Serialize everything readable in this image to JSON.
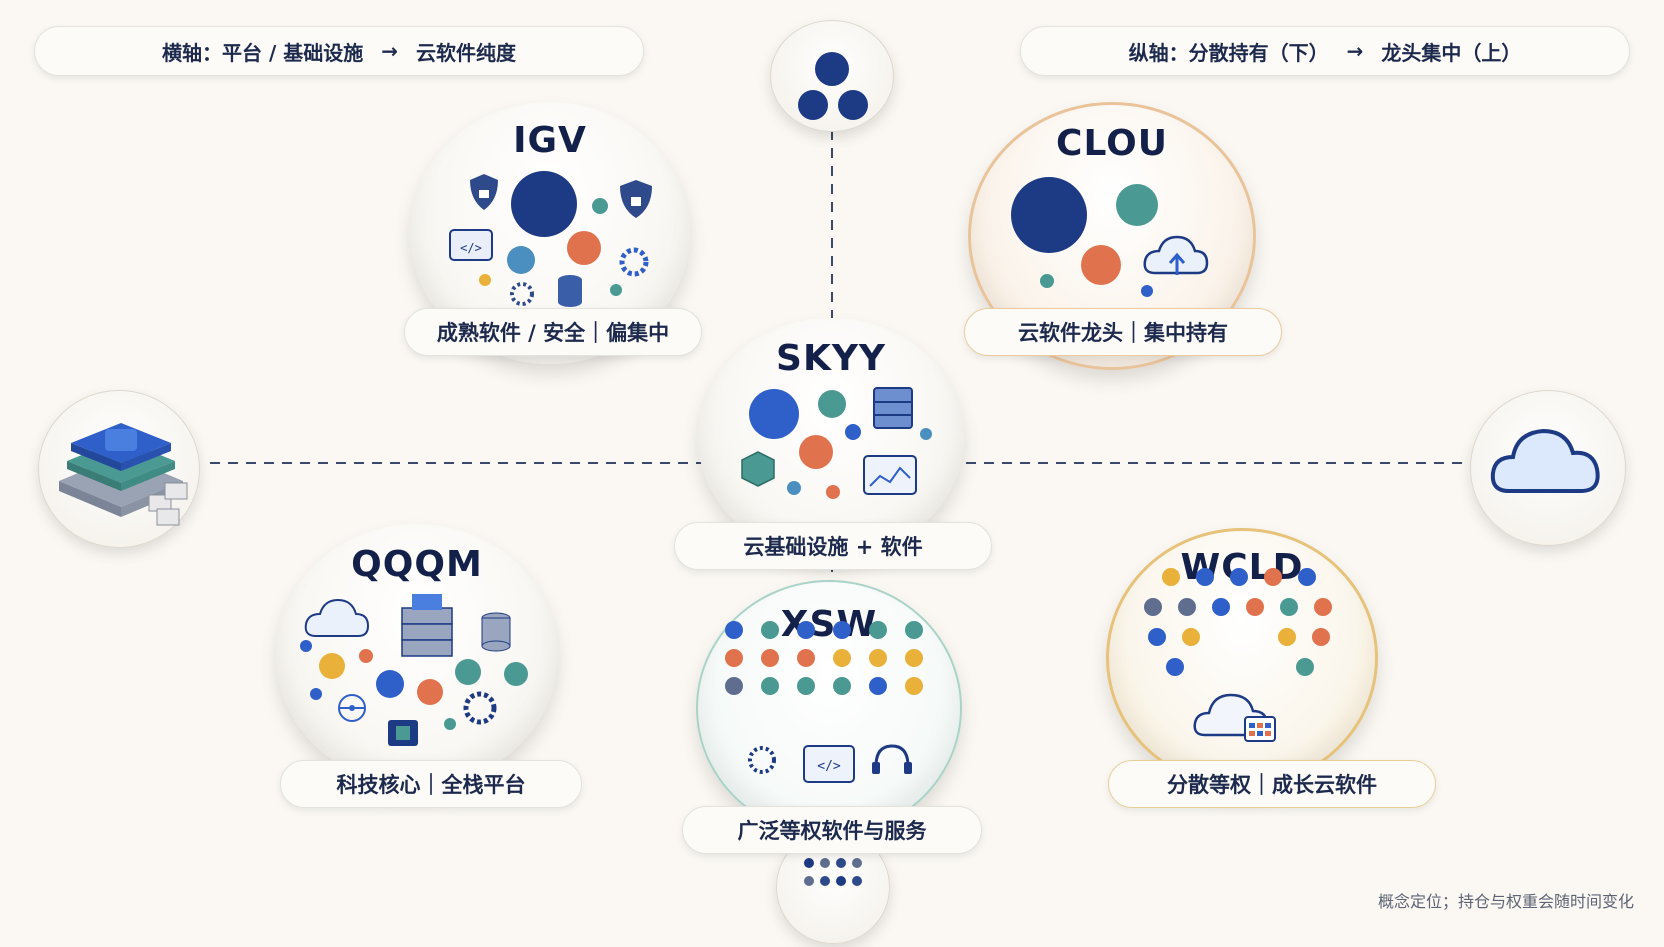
{
  "axes": {
    "horizontal": {
      "label": "横轴：平台 / 基础设施",
      "arrow": "→",
      "end": "云软件纯度"
    },
    "vertical": {
      "label": "纵轴：分散持有（下）",
      "arrow": "→",
      "end": "龙头集中（上）"
    }
  },
  "nodes": {
    "top": {
      "icon": "three-dots-icon"
    },
    "bottom": {
      "icon": "dot-grid-icon"
    },
    "left": {
      "icon": "layered-infrastructure-icon"
    },
    "right": {
      "icon": "cloud-icon"
    }
  },
  "funds": {
    "igv": {
      "ticker": "IGV",
      "caption": "成熟软件 / 安全｜偏集中"
    },
    "clou": {
      "ticker": "CLOU",
      "caption": "云软件龙头｜集中持有"
    },
    "skyy": {
      "ticker": "SKYY",
      "caption": "云基础设施 + 软件"
    },
    "qqqm": {
      "ticker": "QQQM",
      "caption": "科技核心｜全栈平台"
    },
    "xsw": {
      "ticker": "XSW",
      "caption": "广泛等权软件与服务"
    },
    "wcld": {
      "ticker": "WCLD",
      "caption": "分散等权｜成长云软件"
    }
  },
  "colors": {
    "navy": "#1d3a84",
    "blue": "#2f5fc9",
    "teal": "#4a9a93",
    "orange": "#e0734e",
    "amber": "#eab13a",
    "slate": "#5f6e8e",
    "clou_ring": "#e9c39a",
    "wcld_ring": "#e6c27a",
    "xsw_ring": "#a9d3c8"
  },
  "footer": "概念定位；持仓与权重会随时间变化"
}
